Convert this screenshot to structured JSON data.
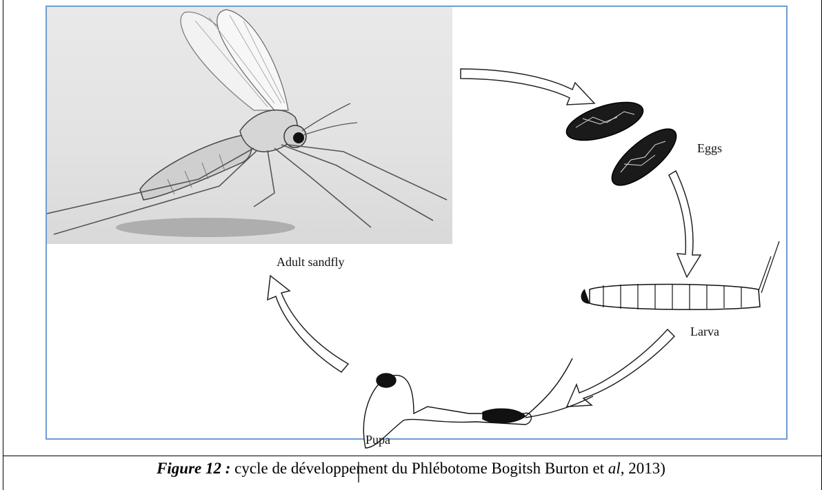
{
  "figure": {
    "labels": {
      "adult": "Adult sandfly",
      "eggs": "Eggs",
      "larva": "Larva",
      "pupa": "Pupa"
    },
    "frame_color": "#6f9bd2"
  },
  "caption": {
    "label": "Figure 12 :",
    "text_a": " cycle de développement du Phlébotome Bogitsh Burton et ",
    "italic": "al",
    "text_b": ", 2013)"
  }
}
